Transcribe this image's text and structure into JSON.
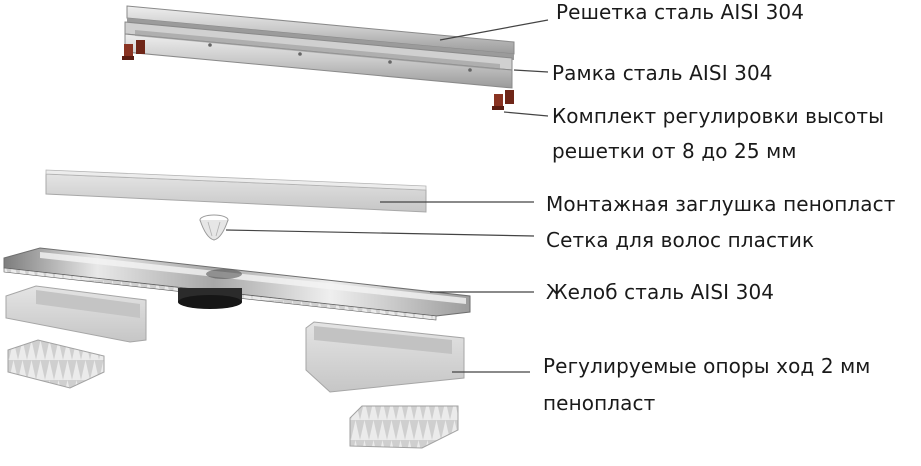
{
  "labels": {
    "grate": "Решетка сталь AISI 304",
    "frame": "Рамка сталь AISI 304",
    "height_kit_line1": "Комплект регулировки высоты",
    "height_kit_line2": "решетки от 8 до 25 мм",
    "mounting_plug": "Монтажная заглушка пенопласт",
    "hair_strainer": "Сетка для волос пластик",
    "channel": "Желоб сталь AISI 304",
    "supports_line1": "Регулируемые опоры ход 2 мм",
    "supports_line2": "пенопласт"
  },
  "colors": {
    "steel_light": "#d9d9d9",
    "steel_mid": "#b8b8b8",
    "steel_dark": "#8e8e8e",
    "foam": "#d6d6d6",
    "foam_shadow": "#bdbdbd",
    "adjuster": "#7a2a1a",
    "outlet": "#2b2b2b"
  }
}
